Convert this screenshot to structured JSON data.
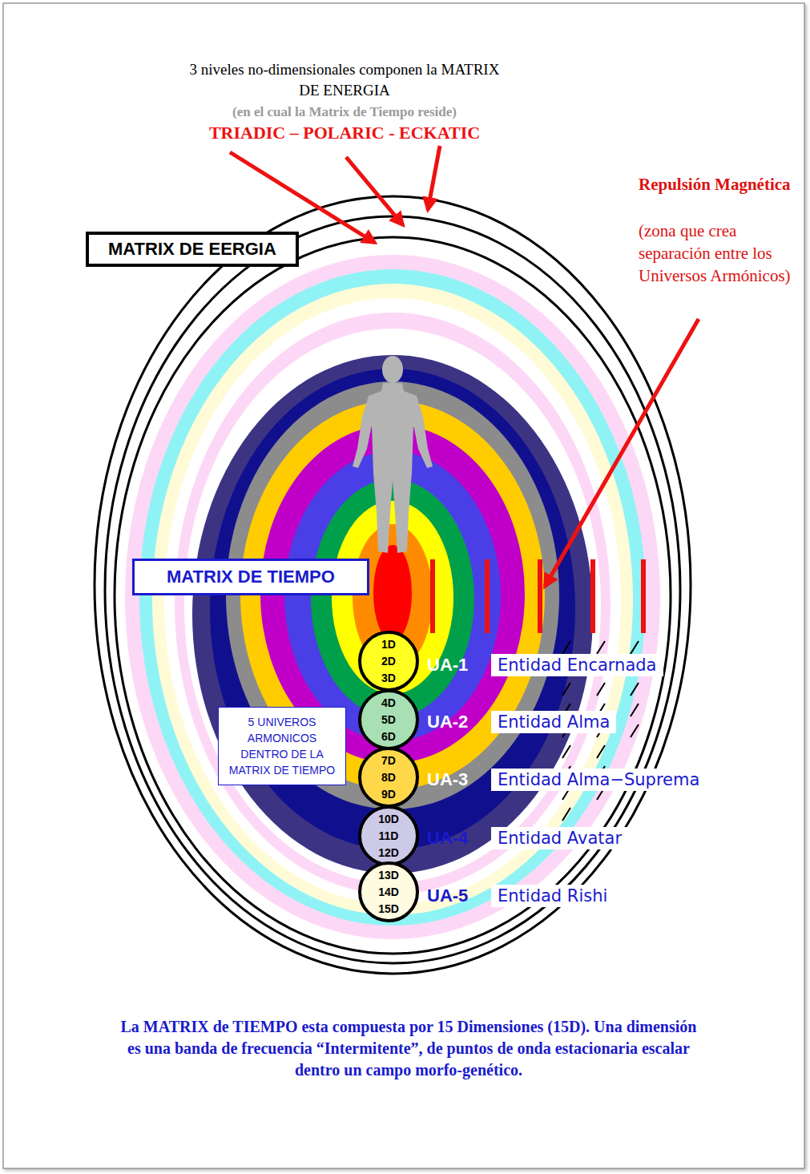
{
  "diagram": {
    "title": "3 niveles no-dimensionales componen la MATRIX DE ENERGIA",
    "caption": "La MATRIX de TIEMPO esta compuesta por 15 Dimensiones (15D). Una dimensión es una banda de frecuencia “Intermitente”, de puntos de onda estacionaria escalar dentro un campo morfo-genético.",
    "nodes": [
      {
        "text": [
          "MATRIX DE EERGIA"
        ]
      },
      {
        "text": [
          "MATRIX DE TIEMPO"
        ]
      },
      {
        "text": [
          "1D",
          "2D",
          "3D"
        ]
      },
      {
        "text": [
          "4D",
          "5D",
          "6D"
        ]
      },
      {
        "text": [
          "7D",
          "8D",
          "9D"
        ]
      },
      {
        "text": [
          "10D",
          "11D",
          "12D"
        ]
      },
      {
        "text": [
          "13D",
          "14D",
          "15D"
        ]
      },
      {
        "text": [
          "5 UNIVEROS ARMONICOS DENTRO DE LA MATRIX DE TIEMPO"
        ]
      },
      {
        "text": [
          "UA-1",
          "Entidad Encarnada"
        ]
      },
      {
        "text": [
          "UA-2",
          "Entidad Alma"
        ]
      },
      {
        "text": [
          "UA-3",
          "Entidad Alma−Suprema"
        ]
      },
      {
        "text": [
          "UA-4",
          "Entidad Avatar"
        ]
      },
      {
        "text": [
          "UA-5",
          "Entidad Rishi"
        ]
      }
    ],
    "labels": [
      "(en el cual la Matrix de Tiempo reside)",
      "TRIADIC – POLARIC - ECKATIC",
      "Repulsión Magnética",
      "(zona que crea separación entre los Universos Armónicos)"
    ]
  }
}
